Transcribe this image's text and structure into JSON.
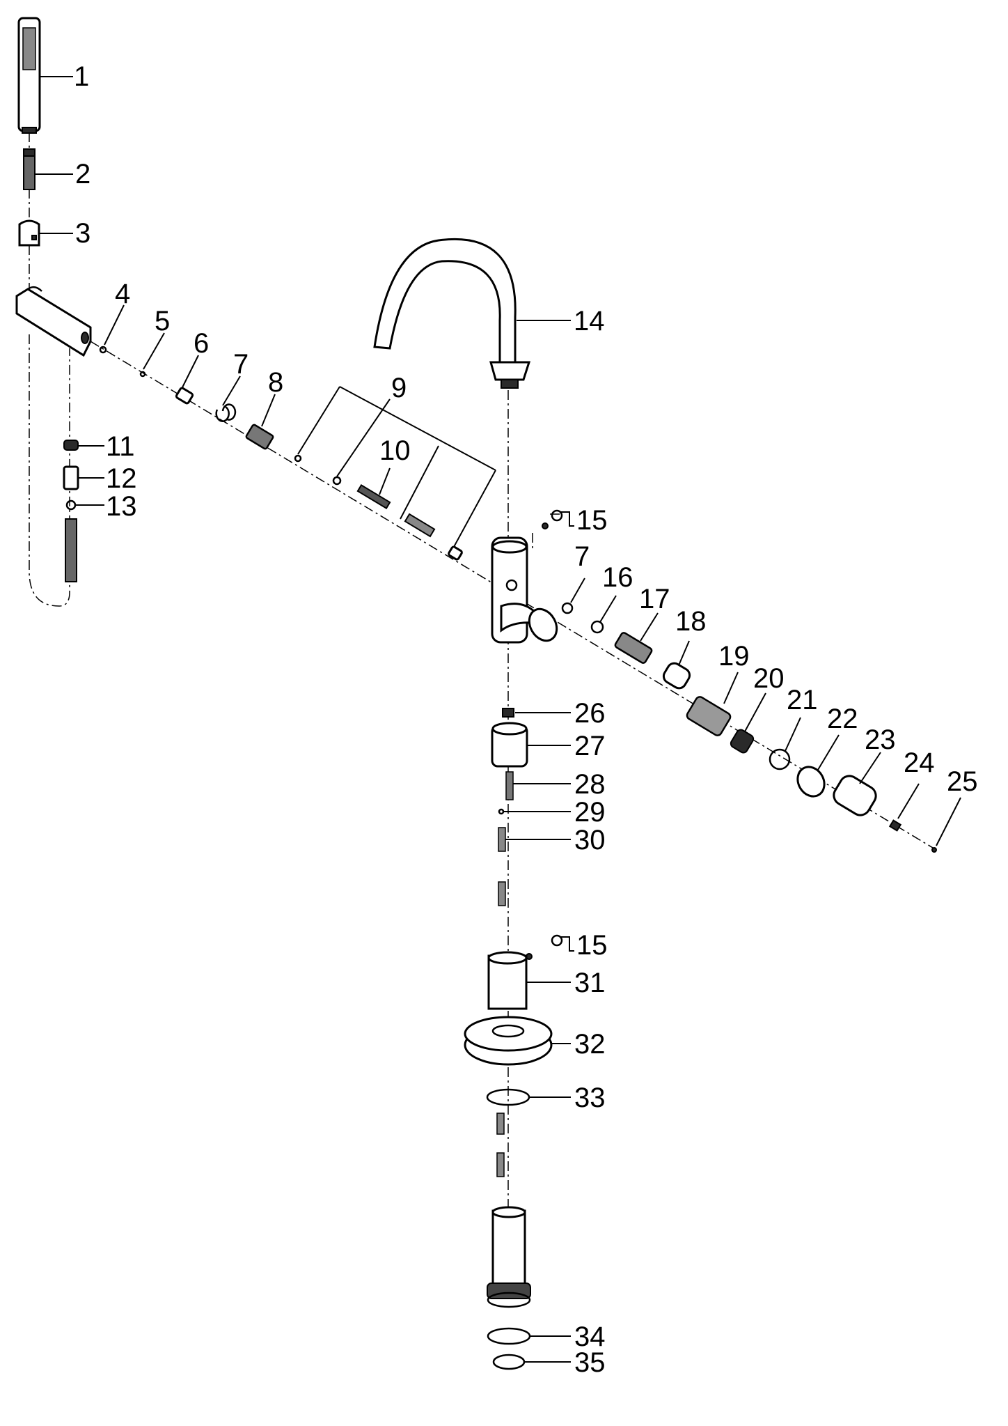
{
  "diagram": {
    "callouts": [
      {
        "id": "c1",
        "text": "1"
      },
      {
        "id": "c2",
        "text": "2"
      },
      {
        "id": "c3",
        "text": "3"
      },
      {
        "id": "c4",
        "text": "4"
      },
      {
        "id": "c5",
        "text": "5"
      },
      {
        "id": "c6",
        "text": "6"
      },
      {
        "id": "c7a",
        "text": "7"
      },
      {
        "id": "c8",
        "text": "8"
      },
      {
        "id": "c9",
        "text": "9"
      },
      {
        "id": "c10",
        "text": "10"
      },
      {
        "id": "c11",
        "text": "11"
      },
      {
        "id": "c12",
        "text": "12"
      },
      {
        "id": "c13",
        "text": "13"
      },
      {
        "id": "c14",
        "text": "14"
      },
      {
        "id": "c15a",
        "text": "15"
      },
      {
        "id": "c7b",
        "text": "7"
      },
      {
        "id": "c16",
        "text": "16"
      },
      {
        "id": "c17",
        "text": "17"
      },
      {
        "id": "c18",
        "text": "18"
      },
      {
        "id": "c19",
        "text": "19"
      },
      {
        "id": "c20",
        "text": "20"
      },
      {
        "id": "c21",
        "text": "21"
      },
      {
        "id": "c22",
        "text": "22"
      },
      {
        "id": "c23",
        "text": "23"
      },
      {
        "id": "c24",
        "text": "24"
      },
      {
        "id": "c25",
        "text": "25"
      },
      {
        "id": "c26",
        "text": "26"
      },
      {
        "id": "c27",
        "text": "27"
      },
      {
        "id": "c28",
        "text": "28"
      },
      {
        "id": "c29",
        "text": "29"
      },
      {
        "id": "c30",
        "text": "30"
      },
      {
        "id": "c15b",
        "text": "15"
      },
      {
        "id": "c31",
        "text": "31"
      },
      {
        "id": "c32",
        "text": "32"
      },
      {
        "id": "c33",
        "text": "33"
      },
      {
        "id": "c34",
        "text": "34"
      },
      {
        "id": "c35",
        "text": "35"
      }
    ]
  }
}
